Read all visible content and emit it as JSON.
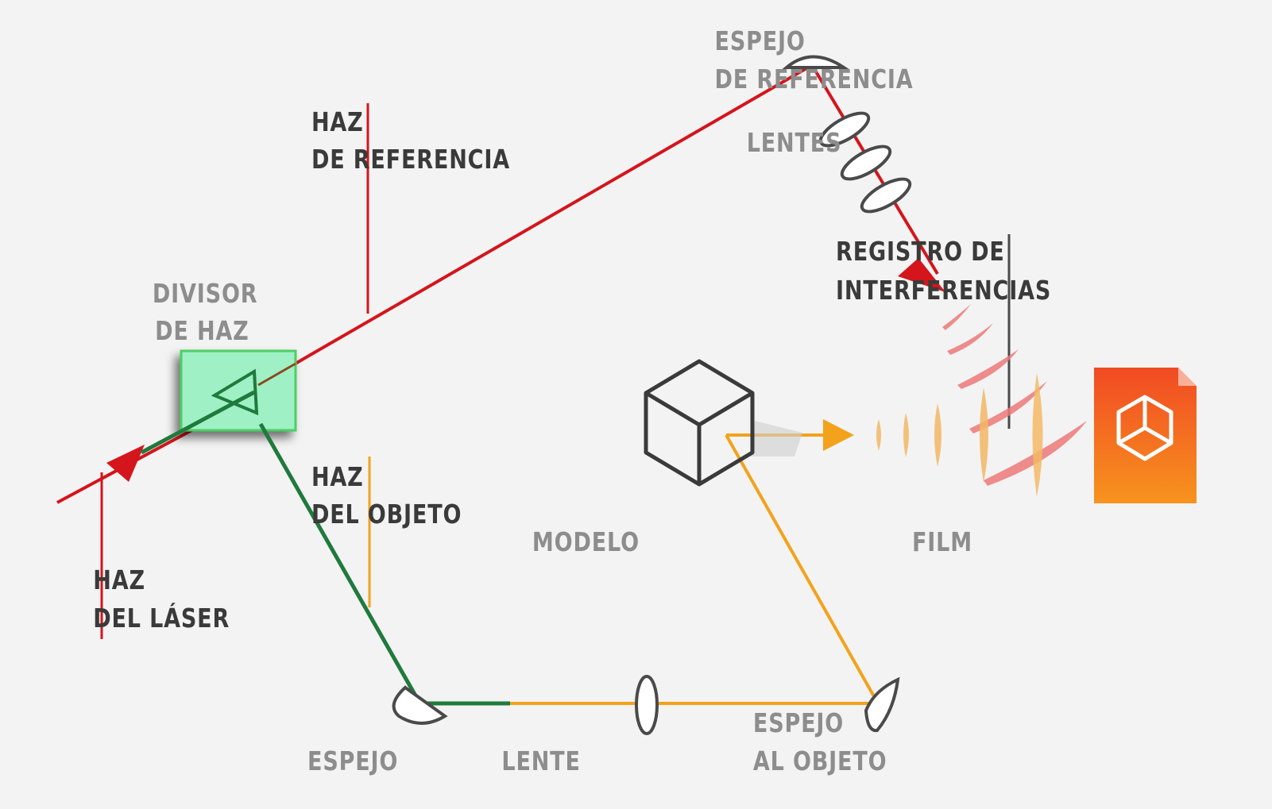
{
  "labels": {
    "haz_referencia": [
      "HAZ",
      "DE REFERENCIA"
    ],
    "espejo_referencia": [
      "ESPEJO",
      "DE REFERENCIA"
    ],
    "lentes": "LENTES",
    "registro": [
      "REGISTRO DE",
      "INTERFERENCIAS"
    ],
    "divisor": [
      "DIVISOR",
      "DE HAZ"
    ],
    "haz_objeto": [
      "HAZ",
      "DEL OBJETO"
    ],
    "modelo": "MODELO",
    "film": "FILM",
    "haz_laser": [
      "HAZ",
      "DEL LÁSER"
    ],
    "espejo": "ESPEJO",
    "lente": "LENTE",
    "espejo_objeto": [
      "ESPEJO",
      "AL OBJETO"
    ]
  },
  "colors": {
    "reference_beam": "#d4151c",
    "object_beam": "#f3a21c",
    "laser_segment": "#1f7a3c",
    "splitter_box": "#9ff0c4",
    "film_gradient_top": "#f14a23",
    "film_gradient_bottom": "#f7931e",
    "label_dark": "#3a3a3a",
    "label_grey": "#8d8d8d"
  },
  "icons": [
    "beam-splitter-prism-icon",
    "mirror-icon",
    "lens-icon",
    "cube-model-icon",
    "film-document-icon"
  ]
}
